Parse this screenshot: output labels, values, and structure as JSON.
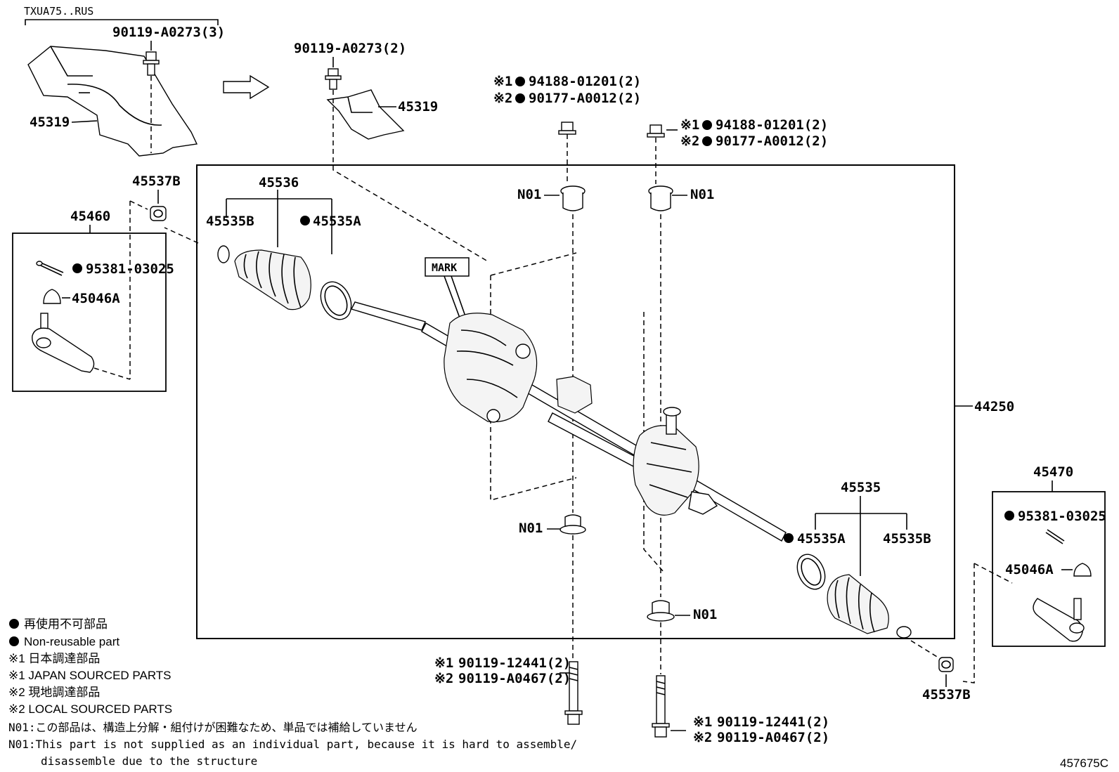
{
  "header": {
    "variant": "TXUA75..RUS",
    "diagram_id": "457675C"
  },
  "callouts": {
    "shield_bolt_left": "90119-A0273(3)",
    "shield_left": "45319",
    "shield_bolt_right": "90119-A0273(2)",
    "shield_right": "45319",
    "nut_center_1": "94188-01201(2)",
    "nut_center_2": "90177-A0012(2)",
    "nut_right_1": "94188-01201(2)",
    "nut_right_2": "90177-A0012(2)",
    "mark_1": "※1",
    "mark_2": "※2",
    "bushing_top_left": "N01",
    "bushing_top_right": "N01",
    "bushing_bottom_left": "N01",
    "bushing_bottom_right": "N01",
    "boot_set_left": "45536",
    "clamp_left": "45535B",
    "band_left": "45535A",
    "nut_tie_left": "45537B",
    "tie_end_left": "45460",
    "pin_left": "95381-03025",
    "cap_left": "45046A",
    "mark_label": "MARK",
    "rack_assembly": "44250",
    "boot_set_right": "45535",
    "band_right": "45535A",
    "clamp_right": "45535B",
    "nut_tie_right": "45537B",
    "tie_end_right": "45470",
    "pin_right": "95381-03025",
    "cap_right": "45046A",
    "bolt_center_1": "90119-12441(2)",
    "bolt_center_2": "90119-A0467(2)",
    "bolt_right_1": "90119-12441(2)",
    "bolt_right_2": "90119-A0467(2)"
  },
  "legend": {
    "nonreuse_jp": "再使用不可部品",
    "nonreuse_en": "Non-reusable part",
    "m1_jp": "※1 日本調達部品",
    "m1_en": "※1 JAPAN SOURCED PARTS",
    "m2_jp": "※2 現地調達部品",
    "m2_en": "※2 LOCAL SOURCED PARTS",
    "n01_jp": "N01:この部品は、構造上分解・組付けが困難なため、単品では補給していません",
    "n01_en_1": "N01:This part is not supplied as an individual part, because it is hard to assemble/",
    "n01_en_2": "disassemble due to the structure"
  }
}
